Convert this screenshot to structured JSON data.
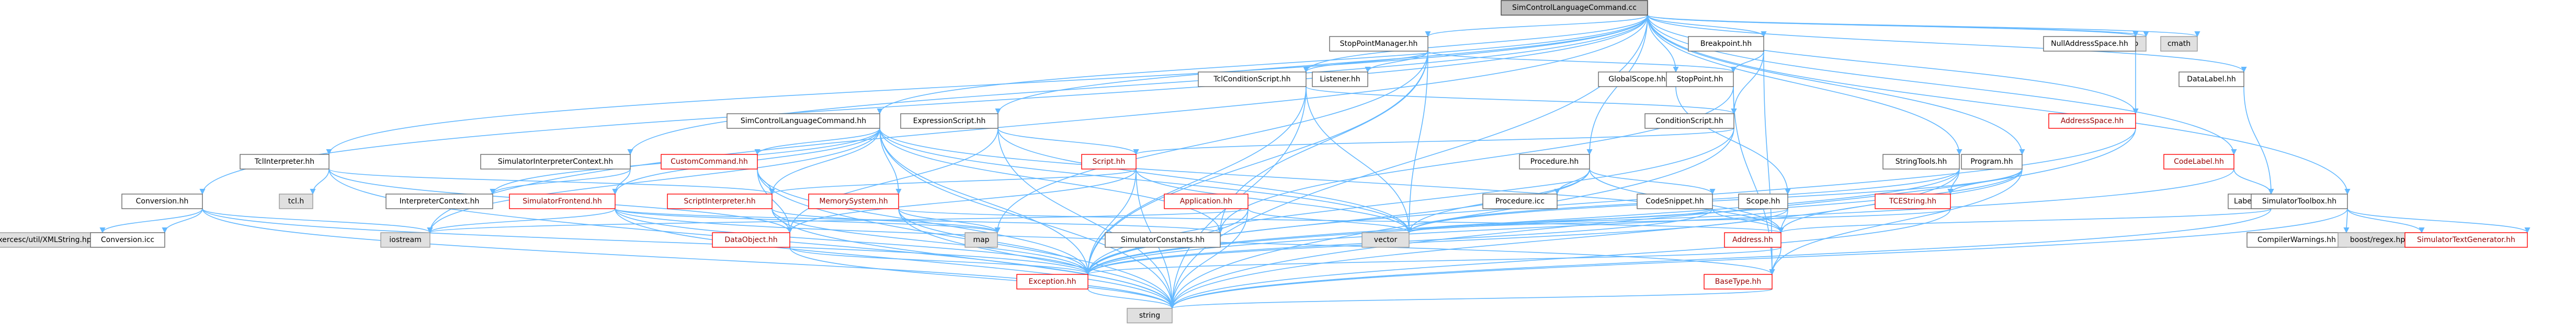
{
  "graph": {
    "title": "SimControlLanguageCommand.cc",
    "nodes": [
      {
        "id": "root",
        "label": "SimControlLanguageCommand.cc",
        "style": "root"
      },
      {
        "id": "iomanip",
        "label": "iomanip",
        "style": "grey"
      },
      {
        "id": "cmath",
        "label": "cmath",
        "style": "grey"
      },
      {
        "id": "StopPointManager",
        "label": "StopPointManager.hh",
        "style": "plain"
      },
      {
        "id": "Breakpoint",
        "label": "Breakpoint.hh",
        "style": "plain"
      },
      {
        "id": "NullAddressSpace",
        "label": "NullAddressSpace.hh",
        "style": "plain"
      },
      {
        "id": "DataLabel",
        "label": "DataLabel.hh",
        "style": "plain"
      },
      {
        "id": "Listener",
        "label": "Listener.hh",
        "style": "plain"
      },
      {
        "id": "TclConditionScript",
        "label": "TclConditionScript.hh",
        "style": "plain"
      },
      {
        "id": "GlobalScope",
        "label": "GlobalScope.hh",
        "style": "plain"
      },
      {
        "id": "StopPoint",
        "label": "StopPoint.hh",
        "style": "plain"
      },
      {
        "id": "AddressSpace",
        "label": "AddressSpace.hh",
        "style": "red"
      },
      {
        "id": "SimControlLanguageCommandH",
        "label": "SimControlLanguageCommand.hh",
        "style": "plain"
      },
      {
        "id": "ExpressionScript",
        "label": "ExpressionScript.hh",
        "style": "plain"
      },
      {
        "id": "ConditionScript",
        "label": "ConditionScript.hh",
        "style": "plain"
      },
      {
        "id": "TclInterpreter",
        "label": "TclInterpreter.hh",
        "style": "plain"
      },
      {
        "id": "SimulatorInterpreterContext",
        "label": "SimulatorInterpreterContext.hh",
        "style": "plain"
      },
      {
        "id": "CustomCommand",
        "label": "CustomCommand.hh",
        "style": "red"
      },
      {
        "id": "Script",
        "label": "Script.hh",
        "style": "red"
      },
      {
        "id": "Procedure",
        "label": "Procedure.hh",
        "style": "plain"
      },
      {
        "id": "StringTools",
        "label": "StringTools.hh",
        "style": "plain"
      },
      {
        "id": "Program",
        "label": "Program.hh",
        "style": "plain"
      },
      {
        "id": "CodeLabel",
        "label": "CodeLabel.hh",
        "style": "red"
      },
      {
        "id": "Conversion",
        "label": "Conversion.hh",
        "style": "plain"
      },
      {
        "id": "tclh",
        "label": "tcl.h",
        "style": "grey"
      },
      {
        "id": "InterpreterContext",
        "label": "InterpreterContext.hh",
        "style": "plain"
      },
      {
        "id": "SimulatorFrontend",
        "label": "SimulatorFrontend.hh",
        "style": "red"
      },
      {
        "id": "ScriptInterpreter",
        "label": "ScriptInterpreter.hh",
        "style": "red"
      },
      {
        "id": "MemorySystem",
        "label": "MemorySystem.hh",
        "style": "red"
      },
      {
        "id": "Application",
        "label": "Application.hh",
        "style": "red"
      },
      {
        "id": "ProcedureCC",
        "label": "Procedure.icc",
        "style": "plain"
      },
      {
        "id": "CodeSnippet",
        "label": "CodeSnippet.hh",
        "style": "plain"
      },
      {
        "id": "Scope",
        "label": "Scope.hh",
        "style": "plain"
      },
      {
        "id": "TCEString",
        "label": "TCEString.hh",
        "style": "red"
      },
      {
        "id": "Label",
        "label": "Label.hh",
        "style": "plain"
      },
      {
        "id": "SimulatorToolbox",
        "label": "SimulatorToolbox.hh",
        "style": "plain"
      },
      {
        "id": "xerces",
        "label": "xercesc/util/XMLString.hpp",
        "style": "grey"
      },
      {
        "id": "ConversionCC",
        "label": "Conversion.icc",
        "style": "plain"
      },
      {
        "id": "iostream",
        "label": "iostream",
        "style": "grey"
      },
      {
        "id": "DataObject",
        "label": "DataObject.hh",
        "style": "red"
      },
      {
        "id": "map",
        "label": "map",
        "style": "grey"
      },
      {
        "id": "SimulatorConstants",
        "label": "SimulatorConstants.hh",
        "style": "plain"
      },
      {
        "id": "vector",
        "label": "vector",
        "style": "grey"
      },
      {
        "id": "Address",
        "label": "Address.hh",
        "style": "red"
      },
      {
        "id": "CompilerWarnings",
        "label": "CompilerWarnings.hh",
        "style": "plain"
      },
      {
        "id": "boostregex",
        "label": "boost/regex.hpp",
        "style": "grey"
      },
      {
        "id": "SimulatorTextGenerator",
        "label": "SimulatorTextGenerator.hh",
        "style": "red"
      },
      {
        "id": "Exception",
        "label": "Exception.hh",
        "style": "red"
      },
      {
        "id": "BaseType",
        "label": "BaseType.hh",
        "style": "red"
      },
      {
        "id": "string",
        "label": "string",
        "style": "grey"
      }
    ]
  }
}
